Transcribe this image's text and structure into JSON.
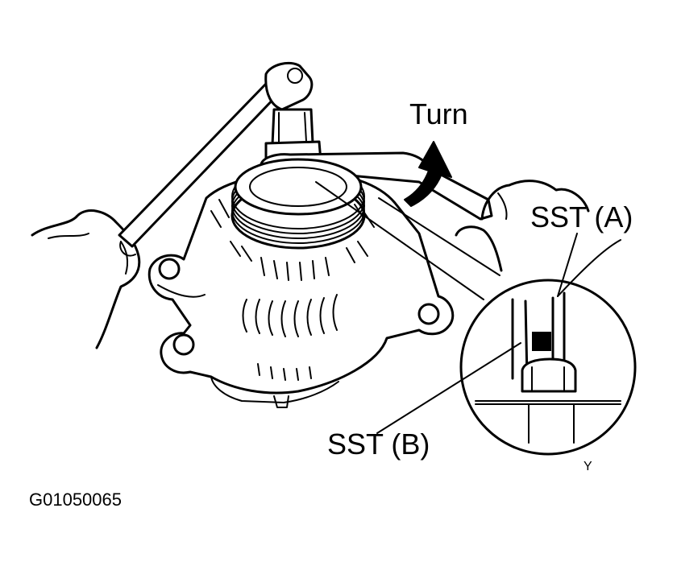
{
  "labels": {
    "turn": "Turn",
    "sst_a": "SST (A)",
    "sst_b": "SST (B)",
    "mark_y": "Y",
    "figure_code": "G01050065"
  },
  "colors": {
    "ink": "#000000",
    "background": "#ffffff"
  }
}
